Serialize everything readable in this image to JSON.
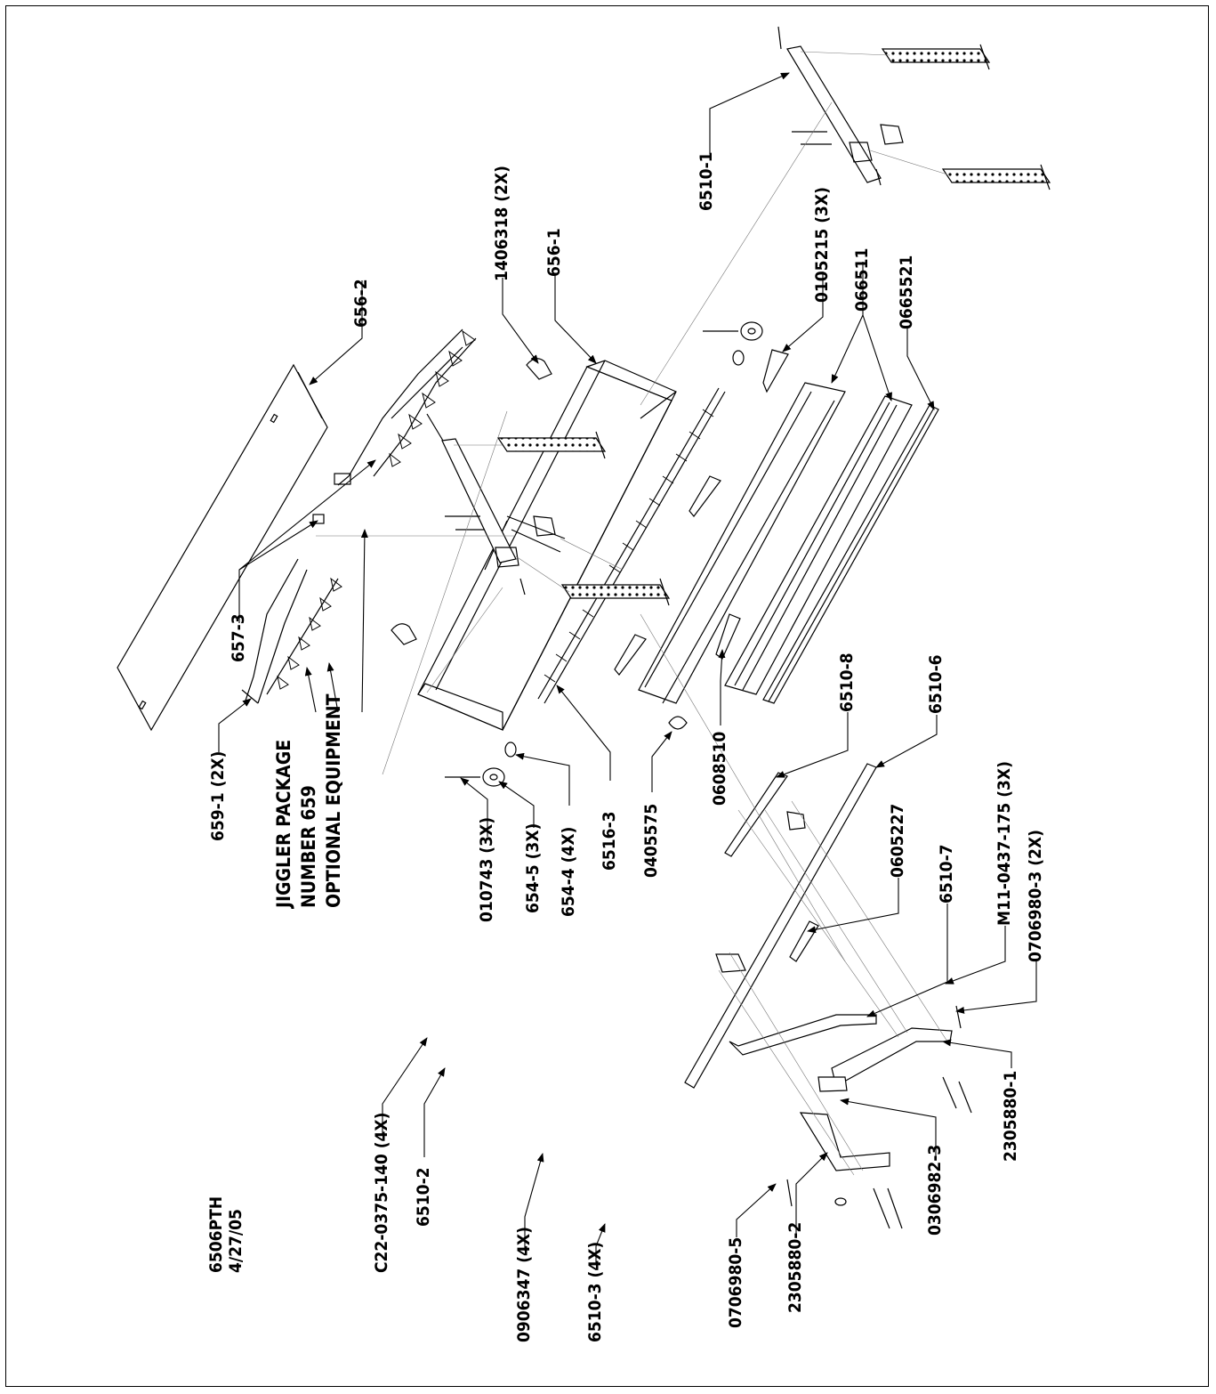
{
  "drawing_id": "6506PTH",
  "drawing_date": "4/27/05",
  "jiggler_note": [
    "JIGGLER PACKAGE",
    "NUMBER 659",
    "OPTIONAL EQUIPMENT"
  ],
  "parts": {
    "p6510_1": "6510-1",
    "p0105215": "0105215 (3X)",
    "p066511": "066511",
    "p0665521": "0665521",
    "p1406318": "1406318 (2X)",
    "p656_1": "656-1",
    "p656_2": "656-2",
    "p657_3": "657-3",
    "p659_1": "659-1 (2X)",
    "p010743": "010743 (3X)",
    "p654_5": "654-5 (3X)",
    "p654_4": "654-4 (4X)",
    "p6516_3": "6516-3",
    "p0405575": "0405575",
    "p0608510": "0608510",
    "p6510_8": "6510-8",
    "p6510_6": "6510-6",
    "p0605227": "0605227",
    "p6510_7": "6510-7",
    "pM11": "M11-0437-175 (3X)",
    "p0706980_3": "0706980-3 (2X)",
    "p2305880_1": "2305880-1",
    "p0306982_3": "0306982-3",
    "p2305880_2": "2305880-2",
    "p0706980_5": "0706980-5",
    "pC22": "C22-0375-140 (4X)",
    "p6510_2": "6510-2",
    "p0906347": "0906347 (4X)",
    "p6510_3": "6510-3 (4X)"
  }
}
